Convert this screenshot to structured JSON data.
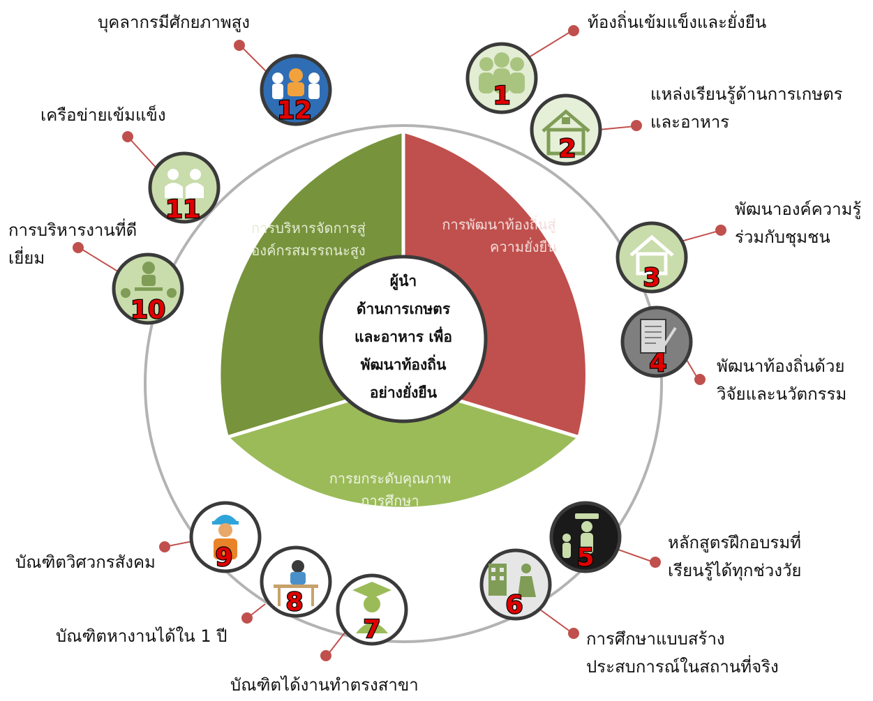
{
  "center": {
    "lines": [
      "ผู้นำ",
      "ด้านการเกษตร",
      "และอาหาร เพื่อ",
      "พัฒนาท้องถิ่น",
      "อย่างยั่งยืน"
    ]
  },
  "segments": [
    {
      "lines": [
        "การพัฒนาท้องถิ่นสู่",
        "ความยั่งยืน"
      ],
      "color": "#c0504d"
    },
    {
      "lines": [
        "การยกระดับคุณภาพ",
        "การศึกษา"
      ],
      "color": "#9bbb59"
    },
    {
      "lines": [
        "การบริหารจัดการสู่",
        "องค์กรสมรรถนะสูง"
      ],
      "color": "#77933c"
    }
  ],
  "nodes": [
    {
      "number": "1",
      "icon": "crowd-icon",
      "lines": [
        "ท้องถิ่นเข้มแข็งและยั่งยืน"
      ]
    },
    {
      "number": "2",
      "icon": "house-icon",
      "lines": [
        "แหล่งเรียนรู้ด้านการเกษตร",
        "และอาหาร"
      ]
    },
    {
      "number": "3",
      "icon": "community-house-icon",
      "lines": [
        "พัฒนาองค์ความรู้",
        "ร่วมกับชุมชน"
      ]
    },
    {
      "number": "4",
      "icon": "document-pen-icon",
      "lines": [
        "พัฒนาท้องถิ่นด้วย",
        "วิจัยและนวัตกรรม"
      ]
    },
    {
      "number": "5",
      "icon": "lifelong-learning-icon",
      "lines": [
        "หลักสูตรฝึกอบรมที่",
        "เรียนรู้ได้ทุกช่วงวัย"
      ]
    },
    {
      "number": "6",
      "icon": "worker-building-icon",
      "lines": [
        "การศึกษาแบบสร้าง",
        "ประสบการณ์ในสถานที่จริง"
      ]
    },
    {
      "number": "7",
      "icon": "graduate-icon",
      "lines": [
        "บัณฑิตได้งานทำตรงสาขา"
      ]
    },
    {
      "number": "8",
      "icon": "office-worker-icon",
      "lines": [
        "บัณฑิตหางานได้ใน 1 ปี"
      ]
    },
    {
      "number": "9",
      "icon": "engineer-icon",
      "lines": [
        "บัณฑิตวิศวกรสังคม"
      ]
    },
    {
      "number": "10",
      "icon": "team-management-icon",
      "lines": [
        "การบริหารงานที่ดี",
        "เยี่ยม"
      ]
    },
    {
      "number": "11",
      "icon": "handshake-icon",
      "lines": [
        "เครือข่ายเข้มแข็ง"
      ]
    },
    {
      "number": "12",
      "icon": "meeting-people-icon",
      "lines": [
        "บุคลากรมีศักยภาพสูง"
      ]
    }
  ],
  "colors": {
    "ring": "#b3b3b3",
    "connector": "#c0504d",
    "number_fill": "#e00000",
    "icon_green_light": "#c9dcab",
    "icon_green_dark": "#7f9d56",
    "icon_gray": "#7f7f7f",
    "icon_black": "#1a1a1a",
    "icon_blue": "#2f6db5"
  }
}
